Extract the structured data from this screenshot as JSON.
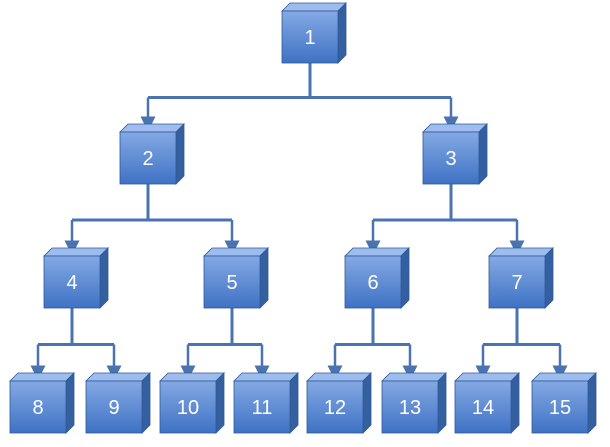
{
  "diagram": {
    "type": "binary-tree",
    "colors": {
      "box_top": "#84a9e4",
      "box_bottom": "#3f72c4",
      "box_side": "#35609f",
      "box_lid": "#9dbdee",
      "box_border": "#2f5898",
      "connector": "#4a73b0"
    },
    "nodes": [
      {
        "id": 1,
        "label": "1"
      },
      {
        "id": 2,
        "label": "2",
        "parent": 1
      },
      {
        "id": 3,
        "label": "3",
        "parent": 1
      },
      {
        "id": 4,
        "label": "4",
        "parent": 2
      },
      {
        "id": 5,
        "label": "5",
        "parent": 2
      },
      {
        "id": 6,
        "label": "6",
        "parent": 3
      },
      {
        "id": 7,
        "label": "7",
        "parent": 3
      },
      {
        "id": 8,
        "label": "8",
        "parent": 4
      },
      {
        "id": 9,
        "label": "9",
        "parent": 4
      },
      {
        "id": 10,
        "label": "10",
        "parent": 5
      },
      {
        "id": 11,
        "label": "11",
        "parent": 5
      },
      {
        "id": 12,
        "label": "12",
        "parent": 6
      },
      {
        "id": 13,
        "label": "13",
        "parent": 6
      },
      {
        "id": 14,
        "label": "14",
        "parent": 7
      },
      {
        "id": 15,
        "label": "15",
        "parent": 7
      }
    ]
  }
}
